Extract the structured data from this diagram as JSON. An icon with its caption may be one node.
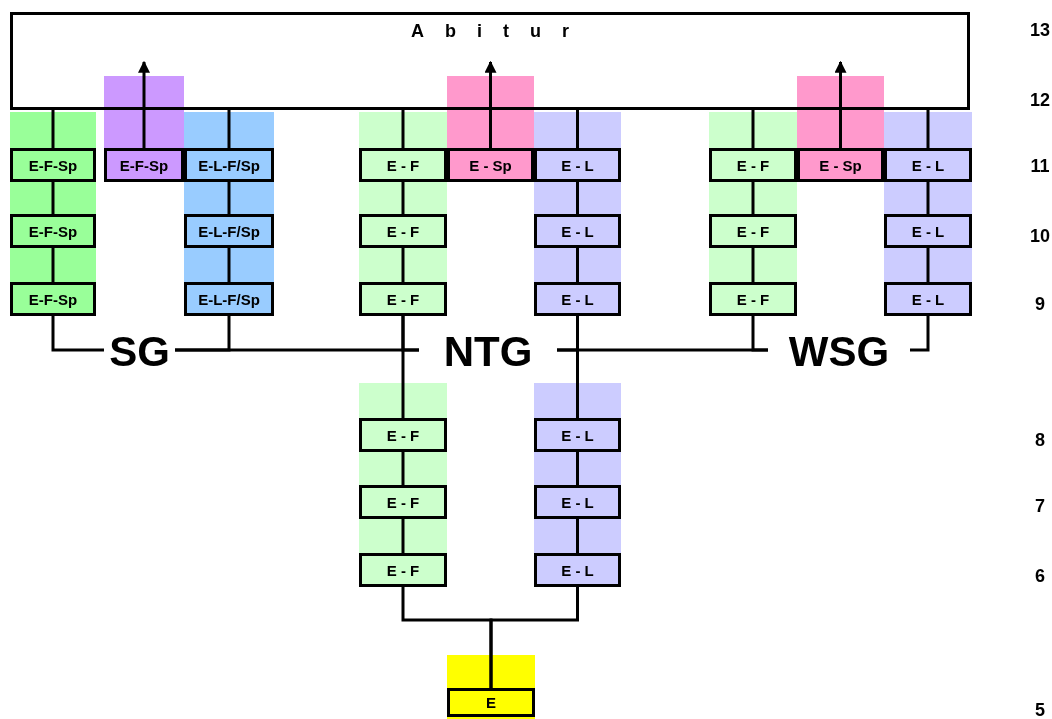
{
  "diagram": {
    "nodes": [
      {
        "text": [
          "Abitur"
        ]
      },
      {
        "text": [
          "E-F-Sp"
        ]
      },
      {
        "text": [
          "E-F-Sp"
        ]
      },
      {
        "text": [
          "E-L-F/Sp"
        ]
      },
      {
        "text": [
          "E - F"
        ]
      },
      {
        "text": [
          "E - Sp"
        ]
      },
      {
        "text": [
          "E - L"
        ]
      },
      {
        "text": [
          "E - F"
        ]
      },
      {
        "text": [
          "E - Sp"
        ]
      },
      {
        "text": [
          "E - L"
        ]
      },
      {
        "text": [
          "E-F-Sp"
        ]
      },
      {
        "text": [
          "E-L-F/Sp"
        ]
      },
      {
        "text": [
          "E - F"
        ]
      },
      {
        "text": [
          "E - L"
        ]
      },
      {
        "text": [
          "E - F"
        ]
      },
      {
        "text": [
          "E - L"
        ]
      },
      {
        "text": [
          "E-F-Sp"
        ]
      },
      {
        "text": [
          "E-L-F/Sp"
        ]
      },
      {
        "text": [
          "E - F"
        ]
      },
      {
        "text": [
          "E - L"
        ]
      },
      {
        "text": [
          "E - F"
        ]
      },
      {
        "text": [
          "E - L"
        ]
      },
      {
        "text": [
          "SG"
        ]
      },
      {
        "text": [
          "NTG"
        ]
      },
      {
        "text": [
          "WSG"
        ]
      },
      {
        "text": [
          "E - F"
        ]
      },
      {
        "text": [
          "E - L"
        ]
      },
      {
        "text": [
          "E - F"
        ]
      },
      {
        "text": [
          "E - L"
        ]
      },
      {
        "text": [
          "E - F"
        ]
      },
      {
        "text": [
          "E - L"
        ]
      },
      {
        "text": [
          "E"
        ]
      }
    ],
    "edges": [
      {
        "from": 1,
        "to": 0,
        "arrow": "none"
      },
      {
        "from": 2,
        "to": 0,
        "arrow": "to"
      },
      {
        "from": 3,
        "to": 0,
        "arrow": "none"
      },
      {
        "from": 4,
        "to": 0,
        "arrow": "none"
      },
      {
        "from": 5,
        "to": 0,
        "arrow": "to"
      },
      {
        "from": 6,
        "to": 0,
        "arrow": "none"
      },
      {
        "from": 7,
        "to": 0,
        "arrow": "none"
      },
      {
        "from": 8,
        "to": 0,
        "arrow": "to"
      },
      {
        "from": 9,
        "to": 0,
        "arrow": "none"
      },
      {
        "from": 10,
        "to": 1,
        "arrow": "none"
      },
      {
        "from": 11,
        "to": 3,
        "arrow": "none"
      },
      {
        "from": 12,
        "to": 4,
        "arrow": "none"
      },
      {
        "from": 13,
        "to": 6,
        "arrow": "none"
      },
      {
        "from": 14,
        "to": 7,
        "arrow": "none"
      },
      {
        "from": 15,
        "to": 9,
        "arrow": "none"
      },
      {
        "from": 16,
        "to": 10,
        "arrow": "none"
      },
      {
        "from": 17,
        "to": 11,
        "arrow": "none"
      },
      {
        "from": 18,
        "to": 12,
        "arrow": "none"
      },
      {
        "from": 19,
        "to": 13,
        "arrow": "none"
      },
      {
        "from": 20,
        "to": 14,
        "arrow": "none"
      },
      {
        "from": 21,
        "to": 15,
        "arrow": "none"
      },
      {
        "from": 22,
        "to": 16,
        "arrow": "none"
      },
      {
        "from": 22,
        "to": 17,
        "arrow": "none"
      },
      {
        "from": 22,
        "to": 23,
        "arrow": "none"
      },
      {
        "from": 23,
        "to": 18,
        "arrow": "none"
      },
      {
        "from": 23,
        "to": 19,
        "arrow": "none"
      },
      {
        "from": 23,
        "to": 24,
        "arrow": "none"
      },
      {
        "from": 24,
        "to": 20,
        "arrow": "none"
      },
      {
        "from": 24,
        "to": 21,
        "arrow": "none"
      },
      {
        "from": 25,
        "to": 18,
        "arrow": "none"
      },
      {
        "from": 26,
        "to": 19,
        "arrow": "none"
      },
      {
        "from": 27,
        "to": 25,
        "arrow": "none"
      },
      {
        "from": 28,
        "to": 26,
        "arrow": "none"
      },
      {
        "from": 29,
        "to": 27,
        "arrow": "none"
      },
      {
        "from": 30,
        "to": 28,
        "arrow": "none"
      },
      {
        "from": 31,
        "to": 29,
        "arrow": "none"
      },
      {
        "from": 31,
        "to": 30,
        "arrow": "none"
      }
    ],
    "labels": [
      "13",
      "12",
      "11",
      "10",
      "9",
      "8",
      "7",
      "6",
      "5"
    ]
  }
}
